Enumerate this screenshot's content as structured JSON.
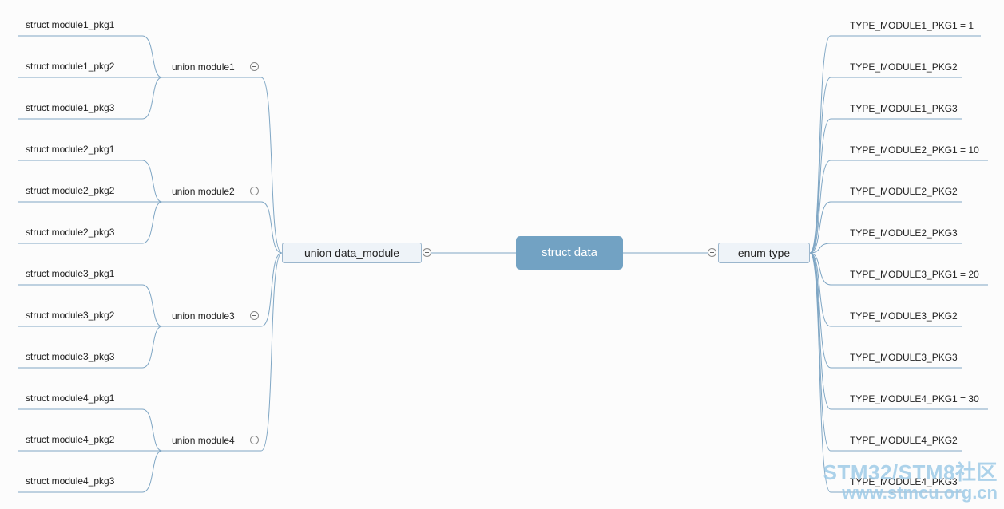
{
  "root": {
    "label": "struct data"
  },
  "left_hub": {
    "label": "union data_module"
  },
  "right_hub": {
    "label": "enum type"
  },
  "left_branches": [
    {
      "label": "union module1",
      "children": [
        "struct module1_pkg1",
        "struct module1_pkg2",
        "struct module1_pkg3"
      ]
    },
    {
      "label": "union module2",
      "children": [
        "struct module2_pkg1",
        "struct module2_pkg2",
        "struct module2_pkg3"
      ]
    },
    {
      "label": "union module3",
      "children": [
        "struct module3_pkg1",
        "struct module3_pkg2",
        "struct module3_pkg3"
      ]
    },
    {
      "label": "union module4",
      "children": [
        "struct module4_pkg1",
        "struct module4_pkg2",
        "struct module4_pkg3"
      ]
    }
  ],
  "right_leaves": [
    "TYPE_MODULE1_PKG1 = 1",
    "TYPE_MODULE1_PKG2",
    "TYPE_MODULE1_PKG3",
    "TYPE_MODULE2_PKG1 = 10",
    "TYPE_MODULE2_PKG2",
    "TYPE_MODULE2_PKG3",
    "TYPE_MODULE3_PKG1 = 20",
    "TYPE_MODULE3_PKG2",
    "TYPE_MODULE3_PKG3",
    "TYPE_MODULE4_PKG1 = 30",
    "TYPE_MODULE4_PKG2",
    "TYPE_MODULE4_PKG3"
  ],
  "watermark": {
    "line1": "STM32/STM8社区",
    "line2": "www.stmcu.org.cn"
  },
  "colors": {
    "link": "#7fa6c4",
    "root_fill": "#72a2c3",
    "hub_fill": "#eef3f8"
  }
}
